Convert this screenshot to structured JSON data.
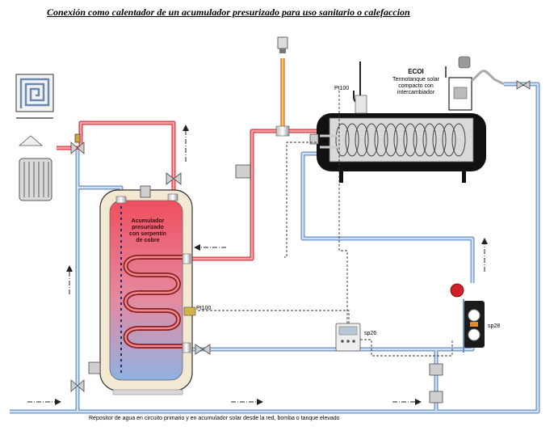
{
  "title": "Conexión como calentador de un acumulador  presurizado para uso sanitario o calefaccion",
  "labels": {
    "ecoi_name": "ECOI",
    "ecoi_desc_1": "Termotanque  solar",
    "ecoi_desc_2": "compacto con",
    "ecoi_desc_3": "intercambiador",
    "pt100_top": "Pt100",
    "pt100_tank": "Pt100",
    "accumulator_1": "Acumulador",
    "accumulator_2": "presurizado",
    "accumulator_3": "con serpentín",
    "accumulator_4": "de cobre",
    "controller": "sp26",
    "pump_station": "sp28",
    "footer": "Repositor de agua en circuito primario  y en acumulador  solar  desde la red, bomba o tanque elevado"
  },
  "colors": {
    "hot_pipe": "#e8434a",
    "cold_pipe": "#7fa8d8",
    "tank_hot": "#ef4f5f",
    "tank_cold": "#9bb8e0",
    "tank_shell": "#f6ecd8",
    "collector_body": "#111111"
  },
  "icons": [
    "radiant-floor-icon",
    "radiator-icon",
    "pressure-vessel-icon",
    "valve-icon",
    "sensor-icon"
  ]
}
